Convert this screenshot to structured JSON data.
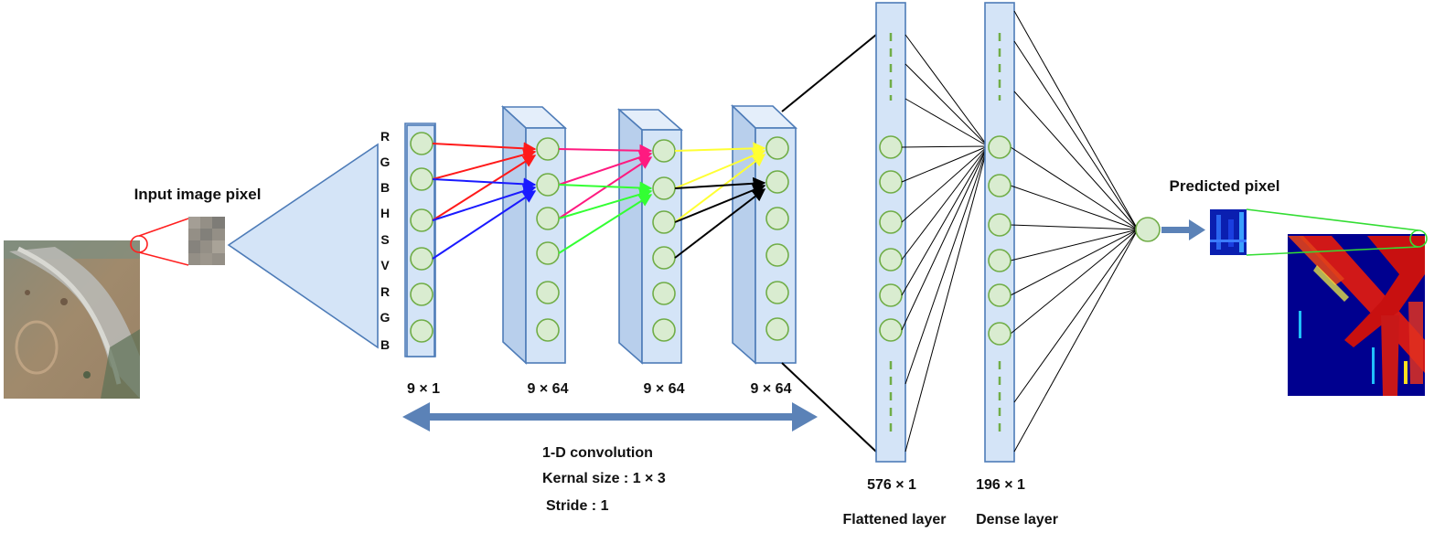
{
  "labels": {
    "input_title": "Input image pixel",
    "predicted_title": "Predicted pixel",
    "input_size": "9 × 1",
    "conv1_size": "9 × 64",
    "conv2_size": "9 × 64",
    "conv3_size": "9 × 64",
    "flatten_size": "576 × 1",
    "dense_size": "196 × 1",
    "flatten_name": "Flattened layer",
    "dense_name": "Dense layer",
    "conv_title": "1-D convolution",
    "kernel_size": "Kernal size : 1 × 3",
    "stride": "Stride : 1"
  },
  "channels": [
    "R",
    "G",
    "B",
    "H",
    "S",
    "V",
    "R",
    "G",
    "B"
  ],
  "colors": {
    "red": "#ff1a1a",
    "blue": "#1a1aff",
    "pink": "#ff1a80",
    "green": "#33ff33",
    "yellow": "#ffff33",
    "black": "#000000",
    "layer_fill": "#d4e4f7",
    "neuron_fill": "#d9ecd0",
    "arrow": "#5b82b7",
    "zoom_outline": "#ff2020",
    "output_zoom_outline": "#33dd33"
  },
  "icons": {
    "input_image": "aerial-satellite-image",
    "output_image": "predicted-heatmap-image"
  }
}
